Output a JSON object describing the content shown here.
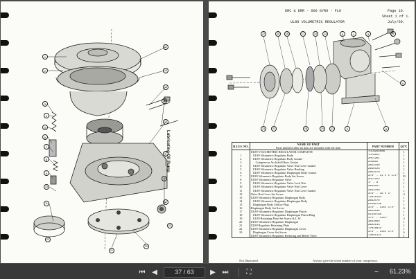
{
  "left_page": {
    "vertical_label": "Lubricating Oil Pump",
    "callouts": [
      "1",
      "2",
      "3",
      "4",
      "5",
      "6",
      "7",
      "8",
      "9",
      "10",
      "11",
      "12",
      "13",
      "14",
      "15",
      "16",
      "17",
      "18",
      "19",
      "20",
      "21",
      "22",
      "23"
    ]
  },
  "right_page": {
    "header_line1": "DRC & DRR - 600 GYRO - FLO",
    "header_page": "Page 10.",
    "header_sheet": "Sheet 1 of 1.",
    "header_title": "UL89 VOLUMETRIC REGULATOR",
    "header_date": "July/60.",
    "columns": {
      "illus": "ILLUS. NO.",
      "name": "NAME OF PART",
      "name_sub": "Parts indented after an item are included with the item",
      "part": "PART NUMBER",
      "qty": "QTY."
    },
    "rows": [
      {
        "no": "",
        "indent": 0,
        "name": "UL89 VOLUMETRIC REGULATOR COMPLETE",
        "part": "TUL89SS00B",
        "qty": "1"
      },
      {
        "no": "1",
        "indent": 1,
        "name": "UL89 Volumetric Regulator Body",
        "part": "TUP8652",
        "qty": "1"
      },
      {
        "no": "2",
        "indent": 1,
        "name": "UL89 Volumetric Regulator Body Gasket",
        "part": "2H11261",
        "qty": "1"
      },
      {
        "no": "3",
        "indent": 2,
        "name": "Compressor Air Inlet Elbow Gasket",
        "part": "2G9882",
        "qty": "1"
      },
      {
        "no": "4",
        "indent": 1,
        "name": "UL89 Volumetric Regulator Valve Nut Cover Gasket",
        "part": "2W33340",
        "qty": "1"
      },
      {
        "no": "5",
        "indent": 1,
        "name": "UL89 Volumetric Regulator Valve Bushing",
        "part": "2W35026",
        "qty": "1"
      },
      {
        "no": "6",
        "indent": 1,
        "name": "UL89 Volumetric Regulator Diaphragm Body Gasket",
        "part": "2W32070",
        "qty": "1"
      },
      {
        "no": "7",
        "indent": 0,
        "name": "UL89 Volumetric Regulator Body Set Screw",
        "part": "3/8\" - 11 x 1 1/2\"",
        "qty": "10"
      },
      {
        "no": "8",
        "indent": 0,
        "name": "UL89 Volumetric Regulator Valve",
        "part": "2H11252",
        "qty": "1"
      },
      {
        "no": "9",
        "indent": 1,
        "name": "UL89 Volumetric Regulator Valve Lock Nut",
        "part": "1\" - 8",
        "qty": "1"
      },
      {
        "no": "10",
        "indent": 1,
        "name": "UL89 Volumetric Regulator Valve Nut Cover",
        "part": "2W33027",
        "qty": "1"
      },
      {
        "no": "11",
        "indent": 1,
        "name": "UL89 Volumetric Regulator Valve Nut Cover Gasket",
        "part": "2W33340",
        "qty": "1"
      },
      {
        "no": "12",
        "indent": 0,
        "name": "Valve Nut Cover Set Screw",
        "part": "3/8\" - 16 x 1\"",
        "qty": "4"
      },
      {
        "no": "13",
        "indent": 0,
        "name": "UL89 Volumetric Regulator Diaphragm Body",
        "part": "T2H11583",
        "qty": "1"
      },
      {
        "no": "14",
        "indent": 1,
        "name": "UL89 Volumetric Regulator Diaphragm Body",
        "part": "2W32070",
        "qty": "1"
      },
      {
        "no": "15",
        "indent": 1,
        "name": "Diaphragm Body Orifice Plug",
        "part": "X1G8073B",
        "qty": "1"
      },
      {
        "no": "16",
        "indent": 0,
        "name": "Diaphragm Body Set Screw",
        "part": "3/8\" - 13x1 1/4\"",
        "qty": "6"
      },
      {
        "no": "17",
        "indent": 0,
        "name": "UL89 Volumetric Regulator Diaphragm Piston",
        "part": "2W32648",
        "qty": "1"
      },
      {
        "no": "18",
        "indent": 1,
        "name": "UL89 Volumetric Regulator Diaphragm Piston Ring",
        "part": "X1440T9A",
        "qty": "1"
      },
      {
        "no": "19",
        "indent": 1,
        "name": "UL89 Retaining Plate Set Screw & L.W.",
        "part": "1/4\" - 13x1\"",
        "qty": "4"
      },
      {
        "no": "20",
        "indent": 0,
        "name": "UL89 Volumetric Regulator Diaphragm",
        "part": "2W32669",
        "qty": "1"
      },
      {
        "no": "21",
        "indent": 0,
        "name": "UL89 Regulator Retaining Plate",
        "part": "2W32613",
        "qty": "1"
      },
      {
        "no": "22",
        "indent": 0,
        "name": "UL89 Volumetric Regulator Diaphragm Cover",
        "part": "T2H18829",
        "qty": "1"
      },
      {
        "no": "23",
        "indent": 1,
        "name": "Diaphragm Cover Set Screw",
        "part": "3/8\" - 13x1 1/4\"",
        "qty": "6"
      },
      {
        "no": "",
        "indent": 0,
        "name": "UL89 Volumetric Regulator Reducing and Relief Valve",
        "part": "T2W41121",
        "qty": "1"
      }
    ],
    "footer_left": "Not Illustrated.",
    "footer_right": "Always give the serial number of your compressor."
  },
  "toolbar": {
    "page_indicator": "37 / 63",
    "zoom_level": "61.23%"
  }
}
